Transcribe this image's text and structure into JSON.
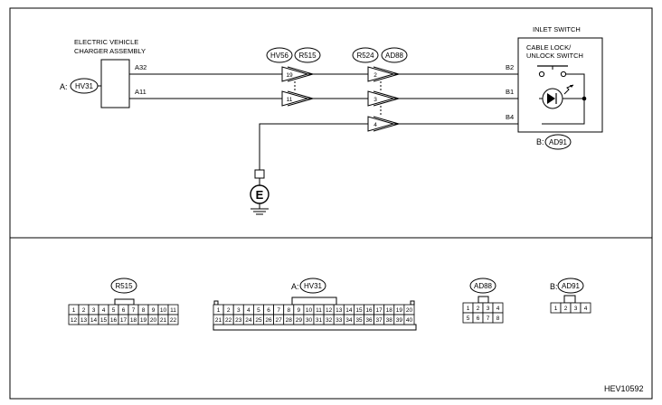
{
  "labels": {
    "charger_title_1": "ELECTRIC VEHICLE",
    "charger_title_2": "CHARGER ASSEMBLY",
    "inlet_title": "INLET SWITCH",
    "cable_lock_1": "CABLE LOCK/",
    "cable_lock_2": "UNLOCK SWITCH",
    "a_prefix": "A:",
    "b_prefix": "B:",
    "pin_a32": "A32",
    "pin_a11": "A11",
    "pin_b2": "B2",
    "pin_b1": "B1",
    "pin_b4": "B4",
    "ground_letter": "E",
    "figure_ref": "HEV10592"
  },
  "bubbles": {
    "hv31": "HV31",
    "hv56": "HV56",
    "r515": "R515",
    "r524": "R524",
    "ad88": "AD88",
    "ad91": "AD91"
  },
  "connector_pins": {
    "conn1_19": "19",
    "conn1_11": "11",
    "conn2_2": "2",
    "conn2_3": "3",
    "conn2_4": "4"
  },
  "connectors": {
    "r515": {
      "label": "R515",
      "row1": [
        "1",
        "2",
        "3",
        "4",
        "5",
        "6",
        "7",
        "8",
        "9",
        "10",
        "11"
      ],
      "row2": [
        "12",
        "13",
        "14",
        "15",
        "16",
        "17",
        "18",
        "19",
        "20",
        "21",
        "22"
      ]
    },
    "hv31": {
      "prefix": "A:",
      "label": "HV31",
      "row1": [
        "1",
        "2",
        "3",
        "4",
        "5",
        "6",
        "7",
        "8",
        "9",
        "10",
        "11",
        "12",
        "13",
        "14",
        "15",
        "16",
        "17",
        "18",
        "19",
        "20"
      ],
      "row2": [
        "21",
        "22",
        "23",
        "24",
        "25",
        "26",
        "27",
        "28",
        "29",
        "30",
        "31",
        "32",
        "33",
        "34",
        "35",
        "36",
        "37",
        "38",
        "39",
        "40"
      ]
    },
    "ad88": {
      "label": "AD88",
      "row1": [
        "1",
        "2",
        "3",
        "4"
      ],
      "row2": [
        "5",
        "6",
        "7",
        "8"
      ]
    },
    "ad91": {
      "prefix": "B:",
      "label": "AD91",
      "row1": [
        "1",
        "2",
        "3",
        "4"
      ]
    }
  }
}
